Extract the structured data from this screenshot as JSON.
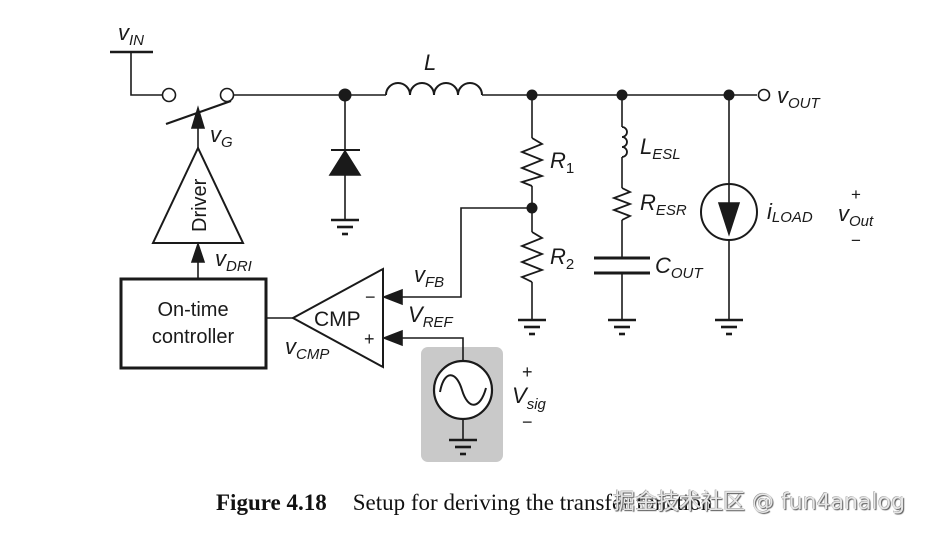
{
  "figure": {
    "number": "Figure 4.18",
    "caption": "Setup for deriving the transfer function"
  },
  "watermark": "掘金技术社区 @ fun4analog",
  "labels": {
    "vin": {
      "main": "v",
      "sub": "IN"
    },
    "vg": {
      "main": "v",
      "sub": "G"
    },
    "driver": "Driver",
    "vdri": {
      "main": "v",
      "sub": "DRI"
    },
    "controller_line1": "On-time",
    "controller_line2": "controller",
    "cmp": "CMP",
    "cmp_minus": "−",
    "cmp_plus": "+",
    "vcmp": {
      "main": "v",
      "sub": "CMP"
    },
    "vfb": {
      "main": "v",
      "sub": "FB"
    },
    "vref": {
      "main": "V",
      "sub": "REF"
    },
    "vsig": {
      "main": "V",
      "sub": "sig",
      "plus": "+",
      "minus": "−"
    },
    "inductor": "L",
    "r1": {
      "main": "R",
      "sub": "1"
    },
    "r2": {
      "main": "R",
      "sub": "2"
    },
    "lesl": {
      "main": "L",
      "sub": "ESL"
    },
    "resr": {
      "main": "R",
      "sub": "ESR"
    },
    "cout": {
      "main": "C",
      "sub": "OUT"
    },
    "iload": {
      "main": "i",
      "sub": "LOAD"
    },
    "vout_terminal": {
      "main": "v",
      "sub": "OUT"
    },
    "vout_measure": {
      "main": "v",
      "sub": "Out",
      "plus": "+",
      "minus": "−"
    }
  },
  "colors": {
    "wire": "#1a1a1a",
    "signal_source_bg": "#c9c9c9",
    "background": "#ffffff"
  }
}
